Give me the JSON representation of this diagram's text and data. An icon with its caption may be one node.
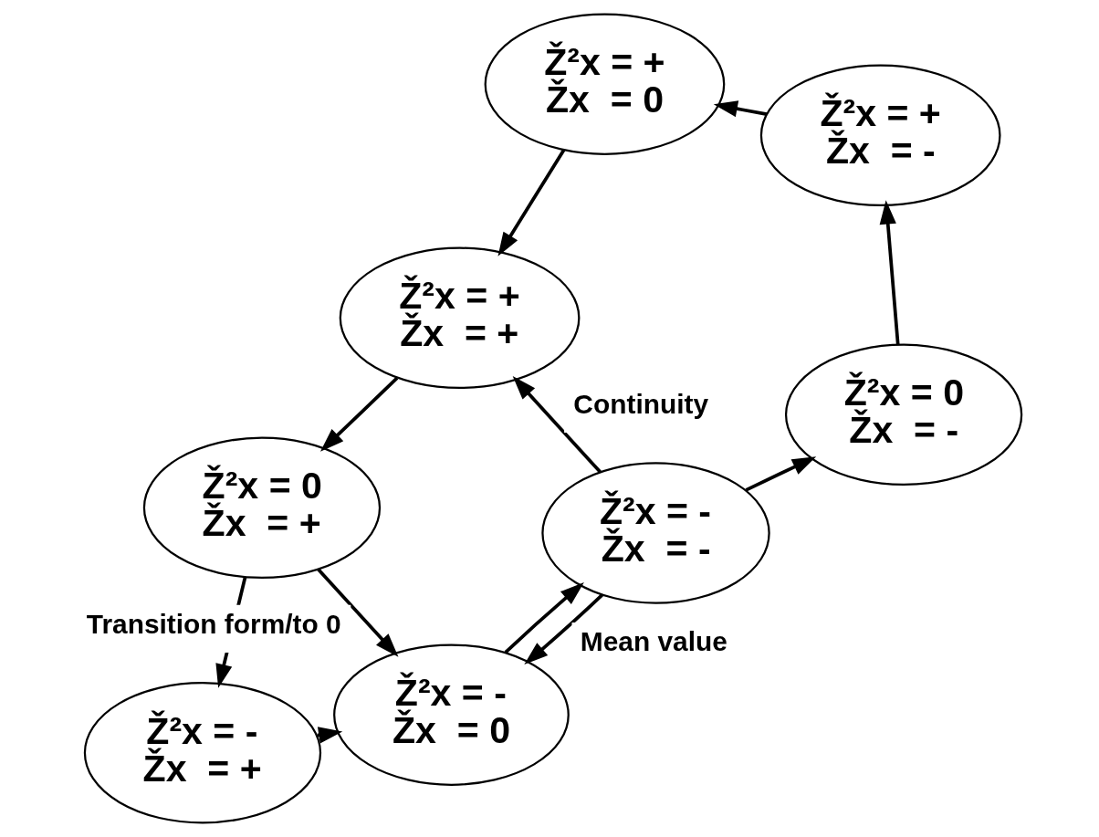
{
  "diagram": {
    "nodes": [
      {
        "text": [
          "Ž²x = -",
          "Žx  = -"
        ]
      },
      {
        "text": [
          "Ž²x = 0",
          "Žx  = -"
        ]
      },
      {
        "text": [
          "Ž²x = +",
          "Žx  = -"
        ]
      },
      {
        "text": [
          "Ž²x = +",
          "Žx  = 0"
        ]
      },
      {
        "text": [
          "Ž²x = +",
          "Žx  = +"
        ]
      },
      {
        "text": [
          "Ž²x = 0",
          "Žx  = +"
        ]
      },
      {
        "text": [
          "Ž²x = -",
          "Žx  = +"
        ]
      },
      {
        "text": [
          "Ž²x = -",
          "Žx  = 0"
        ]
      }
    ],
    "edges": [
      {
        "from": 0,
        "to": 1,
        "arrow": "to"
      },
      {
        "from": 1,
        "to": 2,
        "arrow": "to"
      },
      {
        "from": 2,
        "to": 3,
        "arrow": "to"
      },
      {
        "from": 3,
        "to": 4,
        "arrow": "to"
      },
      {
        "from": 4,
        "to": 5,
        "arrow": "to"
      },
      {
        "from": 5,
        "to": 6,
        "arrow": "to"
      },
      {
        "from": 6,
        "to": 7,
        "arrow": "to"
      },
      {
        "from": 7,
        "to": 0,
        "arrow": "to"
      },
      {
        "from": 0,
        "to": 7,
        "arrow": "to",
        "label": "Mean value"
      },
      {
        "from": 0,
        "to": 4,
        "arrow": "to",
        "label": "Continuity"
      },
      {
        "from": 5,
        "to": 7,
        "arrow": "to",
        "label": "Transition form/to 0"
      }
    ]
  }
}
